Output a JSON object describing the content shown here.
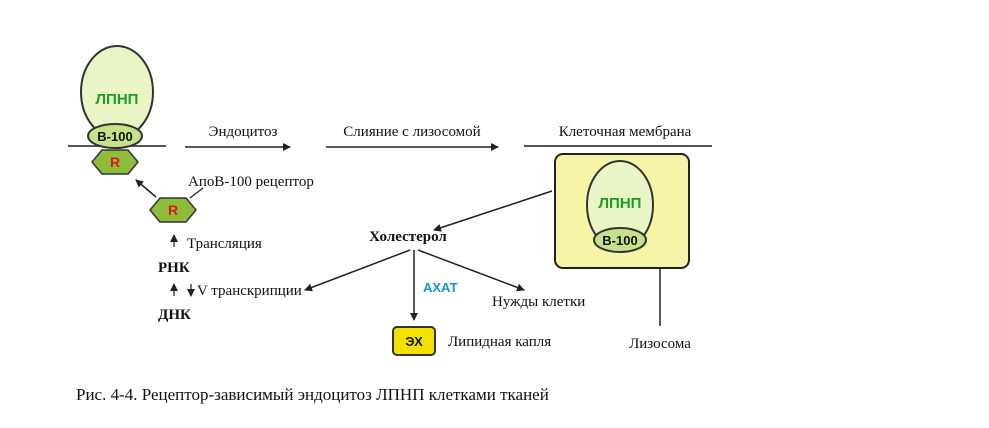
{
  "ldl_label": "ЛПНП",
  "apob_label": "B-100",
  "receptor_label": "R",
  "steps": {
    "endocytosis": "Эндоцитоз",
    "lysosome_fusion": "Слияние с лизосомой",
    "cell_membrane": "Клеточная мембрана"
  },
  "receptor_name": "АпоВ-100 рецептор",
  "translation": "Трансляция",
  "rna": "РНК",
  "transcription": "V транскрипции",
  "dna": "ДНК",
  "cholesterol": "Холестерол",
  "acat": "АХАТ",
  "cell_needs": "Нужды клетки",
  "ec": "ЭХ",
  "lipid_droplet": "Липидная капля",
  "lysosome": "Лизосома",
  "caption": "Рис. 4-4. Рецептор-зависимый эндоцитоз ЛПНП клетками тканей",
  "colors": {
    "oval_fill": "#e9f5c4",
    "lysosome_fill": "#f6f4a6",
    "hexagon_fill": "#8dbd3b",
    "ec_fill": "#f3e000",
    "ldl_text": "#1f9b2a",
    "receptor_text": "#e01818",
    "acat_text": "#1a8fd6"
  }
}
